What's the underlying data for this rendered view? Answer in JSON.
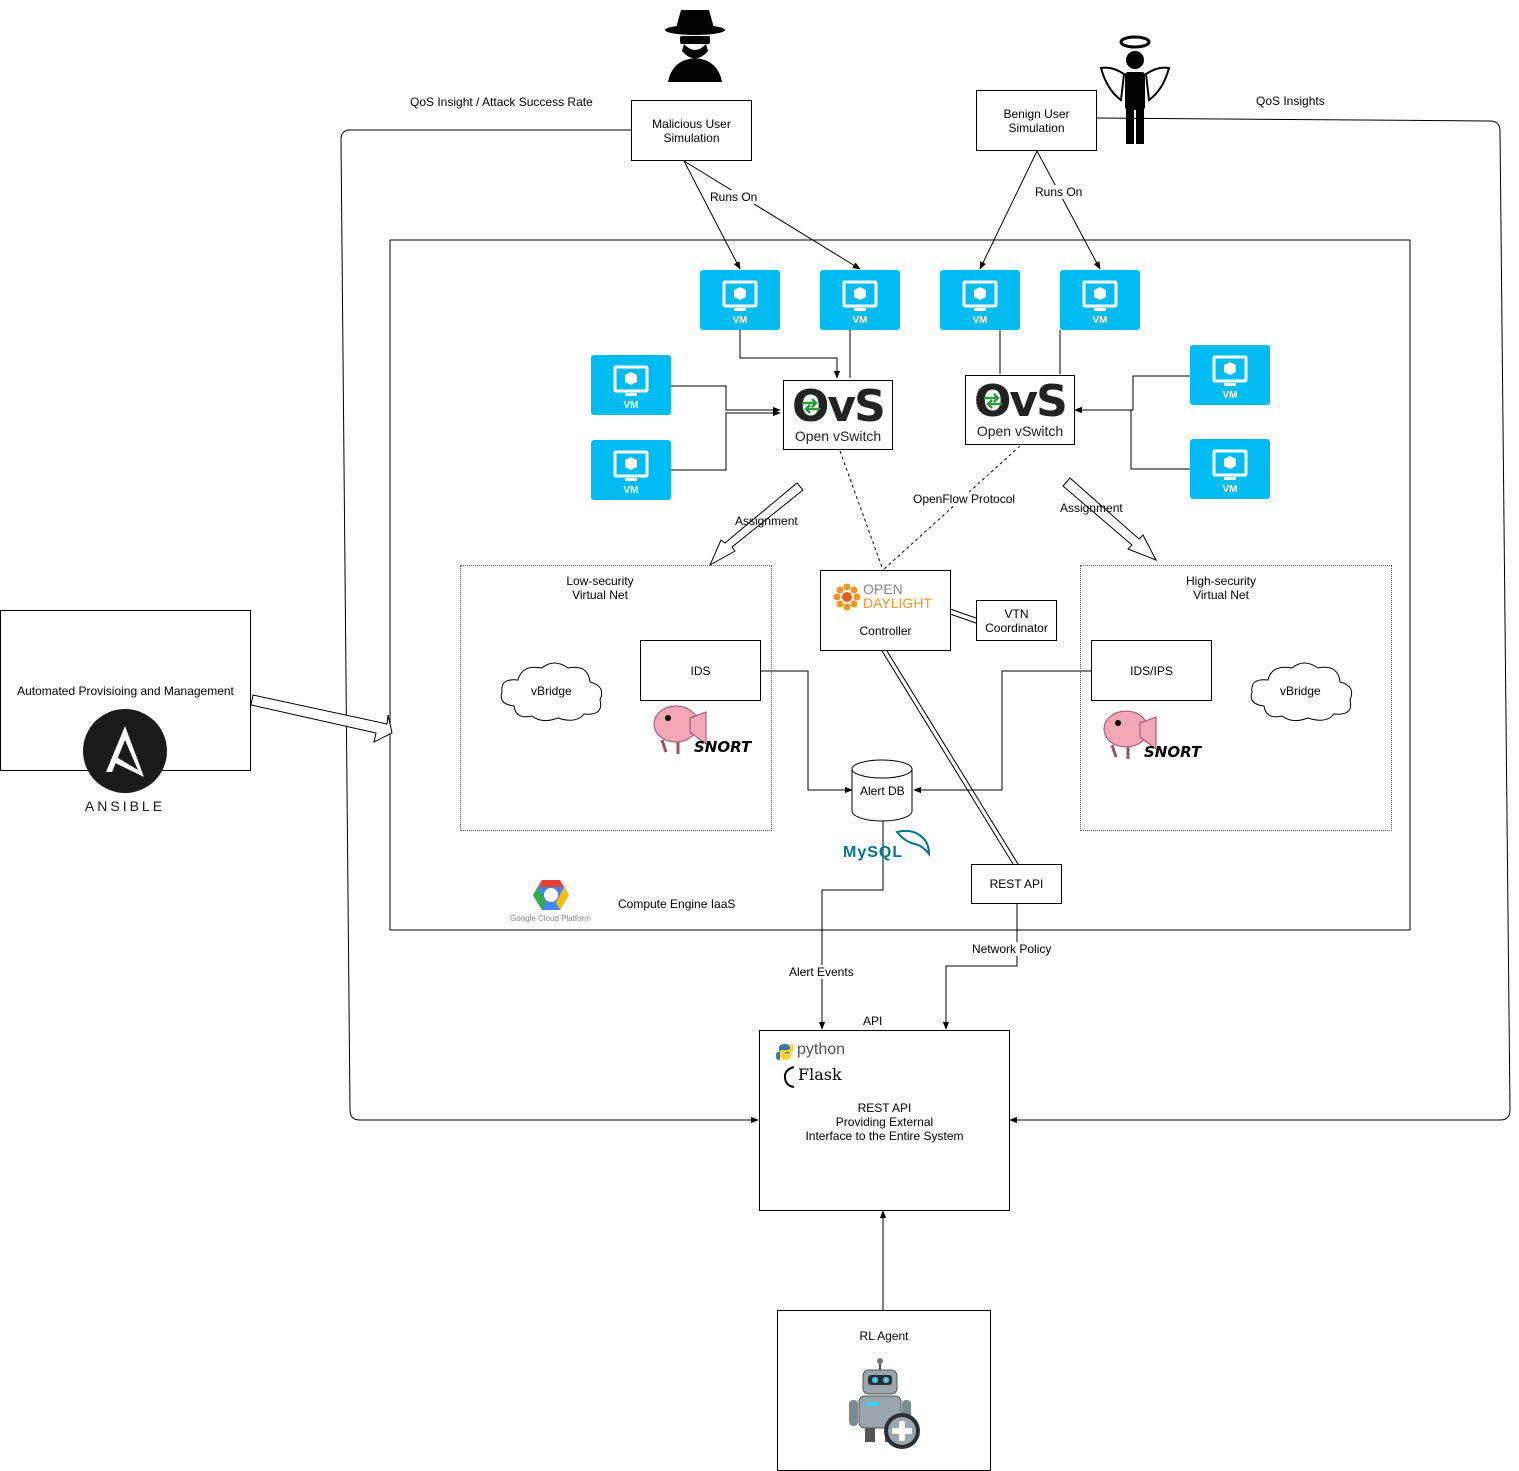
{
  "actors": {
    "malicious": "Malicious User\nSimulation",
    "benign": "Benign User\nSimulation"
  },
  "edges": {
    "qos_attack": "QoS Insight / Attack Success Rate",
    "qos_insights": "QoS Insights",
    "runs_on_left": "Runs On",
    "runs_on_right": "Runs On",
    "openflow": "OpenFlow Protocol",
    "assignment_left": "Assignment",
    "assignment_right": "Assignment",
    "alert_events": "Alert Events",
    "network_policy": "Network Policy",
    "api": "API"
  },
  "vm_label": "VM",
  "ovs": {
    "logo": "OvS",
    "name": "Open vSwitch"
  },
  "low_net": {
    "title": "Low-security\nVirtual Net",
    "vbridge": "vBridge",
    "ids": "IDS"
  },
  "high_net": {
    "title": "High-security\nVirtual Net",
    "vbridge": "vBridge",
    "ids": "IDS/IPS"
  },
  "controller": {
    "brand_top": "OPEN",
    "brand_bottom": "DAYLIGHT",
    "label": "Controller"
  },
  "vtn": "VTN\nCoordinator",
  "alert_db": "Alert DB",
  "mysql_logo": "MySQL",
  "snort_logo": "SNORT",
  "rest_api_small": "REST API",
  "gcp": {
    "logo_text": "Google Cloud Platform",
    "label": "Compute Engine IaaS"
  },
  "ansible": {
    "box_label": "Automated Provisioing and Management",
    "logo_text": "ANSIBLE"
  },
  "api_box": {
    "python": "python",
    "flask": "Flask",
    "text": "REST API\nProviding External\nInterface to the Entire System"
  },
  "rl_agent": "RL Agent",
  "colors": {
    "vm": "#00bcf2",
    "odl_orange": "#f7941d",
    "mysql_blue": "#00758f",
    "snort_orange": "#e8a33d"
  }
}
